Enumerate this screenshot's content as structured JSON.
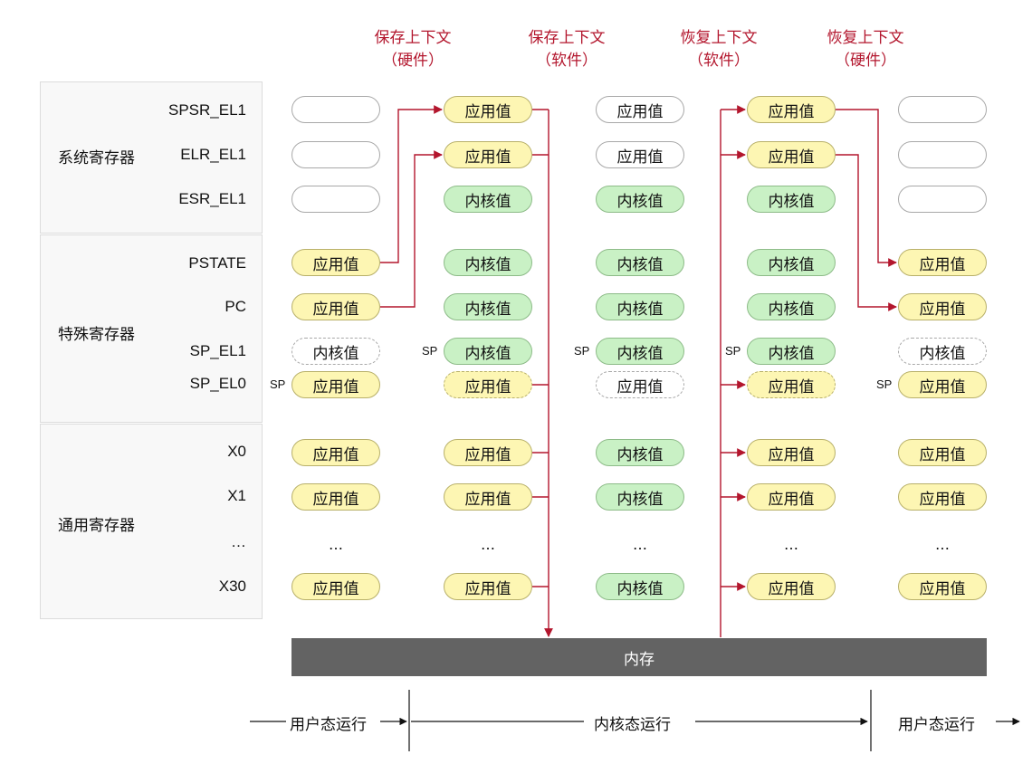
{
  "headers": [
    {
      "line1": "保存上下文",
      "line2": "（硬件）"
    },
    {
      "line1": "保存上下文",
      "line2": "（软件）"
    },
    {
      "line1": "恢复上下文",
      "line2": "（软件）"
    },
    {
      "line1": "恢复上下文",
      "line2": "（硬件）"
    }
  ],
  "groups": {
    "system": "系统寄存器",
    "special": "特殊寄存器",
    "general": "通用寄存器"
  },
  "registers": [
    "SPSR_EL1",
    "ELR_EL1",
    "ESR_EL1",
    "PSTATE",
    "PC",
    "SP_EL1",
    "SP_EL0",
    "X0",
    "X1",
    "…",
    "X30"
  ],
  "values": {
    "app": "应用值",
    "kernel": "内核值",
    "ellipsis": "…",
    "sp": "SP"
  },
  "memory_label": "内存",
  "timeline": {
    "user1": "用户态运行",
    "kernel": "内核态运行",
    "user2": "用户态运行"
  },
  "colors": {
    "accent_red": "#b3162d",
    "app_fill": "#fdf6b3",
    "kernel_fill": "#c9f1c5",
    "memory_fill": "#636363"
  }
}
